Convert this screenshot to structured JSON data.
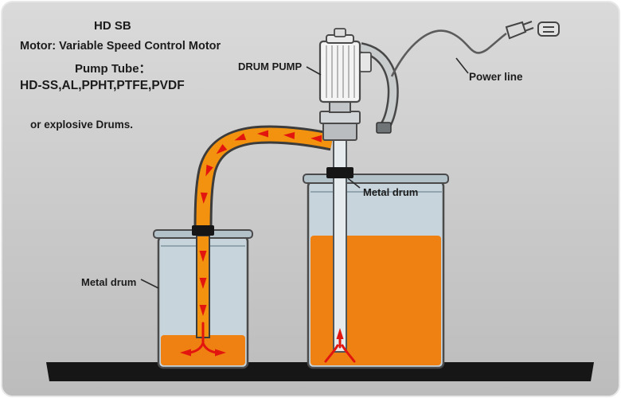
{
  "texts": {
    "model": "HD  SB",
    "motor_line": "Motor: Variable Speed Control Motor",
    "pump_tube_title": "Pump Tube：",
    "pump_tube_materials": "HD-SS,AL,PPHT,PTFE,PVDF",
    "explosive_note": "or explosive Drums.",
    "drum_pump_label": "DRUM PUMP",
    "power_line_label": "Power  line",
    "metal_drum_large_label": "Metal drum",
    "metal_drum_small_label": "Metal drum"
  },
  "colors": {
    "background_top": "#dadada",
    "background_bottom": "#bcbcbc",
    "drum_body": "#c7d4db",
    "drum_lip": "#b3c1c9",
    "liquid_orange": "#ee8112",
    "hose_orange": "#f2920e",
    "flow_arrow_red": "#e3150f",
    "floor_black": "#161616",
    "outline": "#4a4a4a"
  },
  "icons": {
    "power_plug": "power-plug-icon",
    "power_socket": "power-socket-icon",
    "flow_arrow": "flow-arrow-icon"
  }
}
